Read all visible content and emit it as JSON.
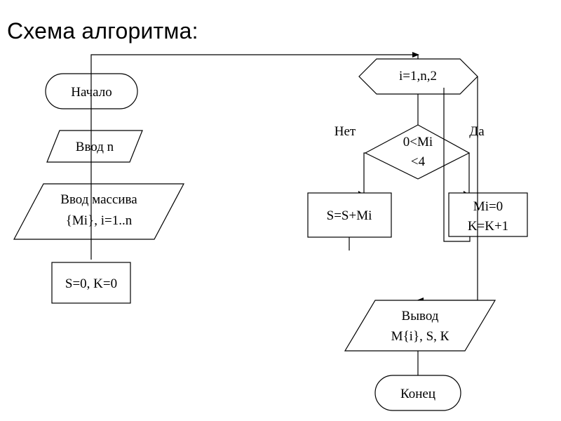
{
  "title": "Схема алгоритма:",
  "blocks": {
    "start": "Начало",
    "input_n": "Ввод n",
    "input_array_line1": "Ввод массива",
    "input_array_line2": "{Mi}, i=1..n",
    "init": "S=0, K=0",
    "loop": "i=1,n,2",
    "condition_line1": "0<Mi",
    "condition_line2": "<4",
    "branch_no": "Нет",
    "branch_yes": "Да",
    "sum": "S=S+Mi",
    "reset_line1": "Mi=0",
    "reset_line2": "K=K+1",
    "output_line1": "Вывод",
    "output_line2": "M{i}, S, К",
    "end": "Конец"
  }
}
